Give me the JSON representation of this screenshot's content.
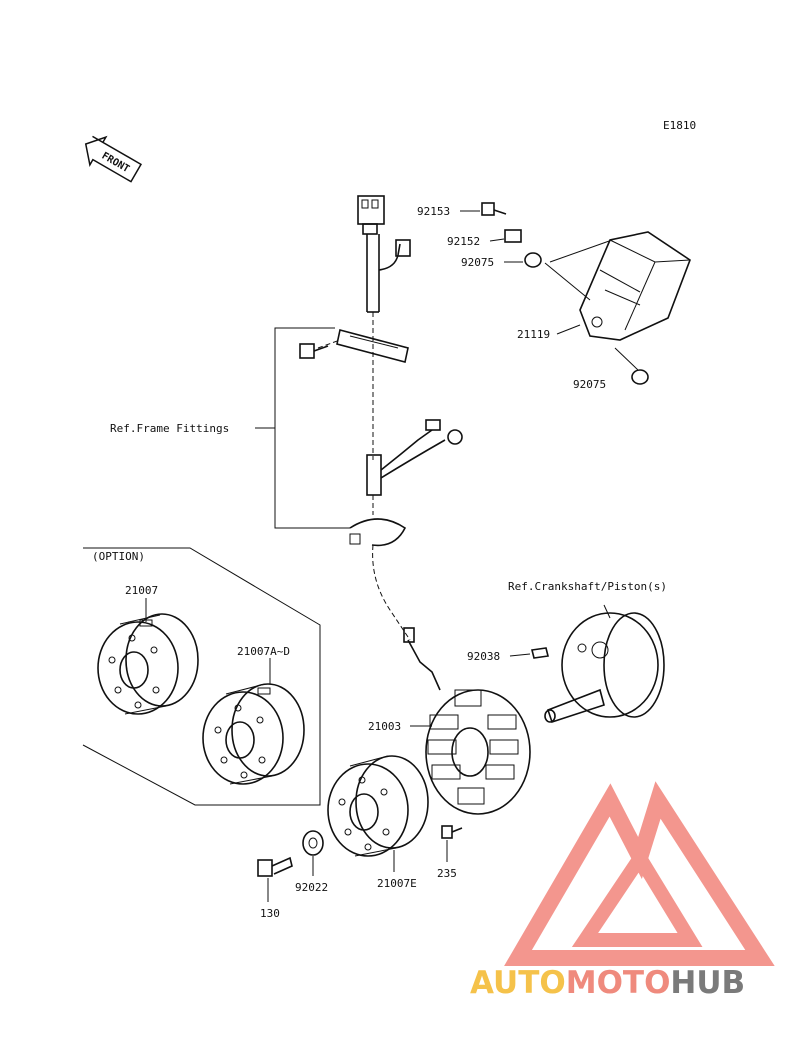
{
  "diagram": {
    "code": "E1810",
    "front_arrow": "FRONT",
    "option_label": "(OPTION)",
    "refs": {
      "frame_fittings": "Ref.Frame Fittings",
      "crankshaft": "Ref.Crankshaft/Piston(s)"
    },
    "parts": {
      "p92153": "92153",
      "p92152": "92152",
      "p92075a": "92075",
      "p21119": "21119",
      "p92075b": "92075",
      "p21007": "21007",
      "p21007ad": "21007A~D",
      "p92038": "92038",
      "p21003": "21003",
      "p235": "235",
      "p21007e": "21007E",
      "p92022": "92022",
      "p130": "130"
    }
  },
  "watermark": {
    "auto": "AUTO",
    "moto": "MOTO",
    "hub": "HUB",
    "colors": {
      "auto": "#f5c24a",
      "moto": "#ef8a7d",
      "hub": "#7a7a7a",
      "triangle": "#f28b82"
    }
  }
}
